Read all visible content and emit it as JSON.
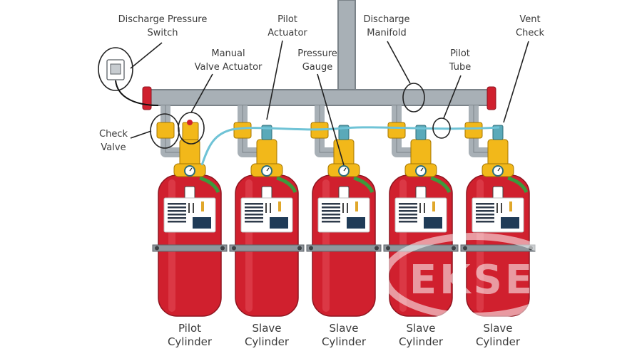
{
  "callouts": {
    "discharge_pressure_switch": [
      "Discharge Pressure",
      "Switch"
    ],
    "manual_valve_actuator": [
      "Manual",
      "Valve Actuator"
    ],
    "pilot_actuator": [
      "Pilot",
      "Actuator"
    ],
    "pressure_gauge": [
      "Pressure",
      "Gauge"
    ],
    "discharge_manifold": [
      "Discharge",
      "Manifold"
    ],
    "pilot_tube": [
      "Pilot",
      "Tube"
    ],
    "vent_check": [
      "Vent",
      "Check"
    ],
    "check_valve": [
      "Check",
      "Valve"
    ]
  },
  "cylinders": [
    {
      "line1": "Pilot",
      "line2": "Cylinder"
    },
    {
      "line1": "Slave",
      "line2": "Cylinder"
    },
    {
      "line1": "Slave",
      "line2": "Cylinder"
    },
    {
      "line1": "Slave",
      "line2": "Cylinder"
    },
    {
      "line1": "Slave",
      "line2": "Cylinder"
    }
  ],
  "watermark": "EKSE",
  "colors": {
    "cylinder_red": "#d0202e",
    "valve_yellow": "#f2b81a",
    "pipe_gray": "#a8b0b6",
    "pilot_tube_blue": "#6fc3d6",
    "text": "#3a3a3a"
  }
}
